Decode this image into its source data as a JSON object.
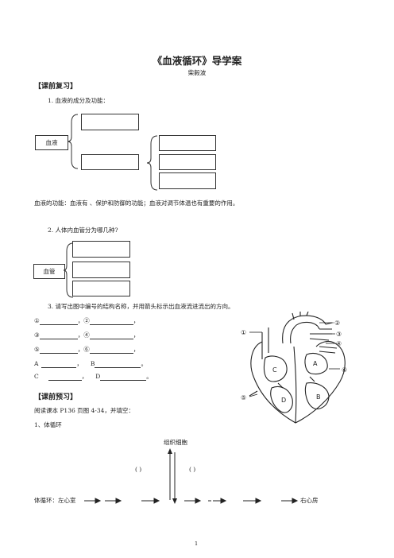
{
  "title": "《血液循环》导学案",
  "author": "柴毅波",
  "review": {
    "heading": "【课前复习】",
    "q1": "1.   血液的成分及功能：",
    "blood_label": "血液",
    "function_line": "血液的功能：血液有                  、保护和防御的功能；血液对调节体温也有重要的作用。",
    "q2": "2.   人体内血管分为哪几种?",
    "vessel_label": "血管",
    "q3": "3.   请写出图中编号的结构名称，并用箭头标示出血液流进流出的方向。",
    "blanks": [
      {
        "a": "①",
        "b": "②"
      },
      {
        "a": "③",
        "b": "④"
      },
      {
        "a": "⑤",
        "b": "⑥"
      },
      {
        "a": "A",
        "b": "B"
      },
      {
        "a": "C",
        "b": "D"
      }
    ],
    "sep": "，",
    "end": "。"
  },
  "heart_labels": {
    "l1": "①",
    "l2": "②",
    "l3": "③",
    "l4": "④",
    "l5": "⑤",
    "l6": "⑥",
    "A": "A",
    "B": "B",
    "C": "C",
    "D": "D"
  },
  "preview": {
    "heading": "【课前预习】",
    "instruction": "阅读课本 P136 页图 4-34，并填空：",
    "item1": "1、体循环",
    "tissue": "组织细胞",
    "paren_left": "(          )",
    "paren_right": "(          )",
    "circ_start": "体循环：左心室",
    "circ_end": "右心房"
  },
  "page_number": "1"
}
